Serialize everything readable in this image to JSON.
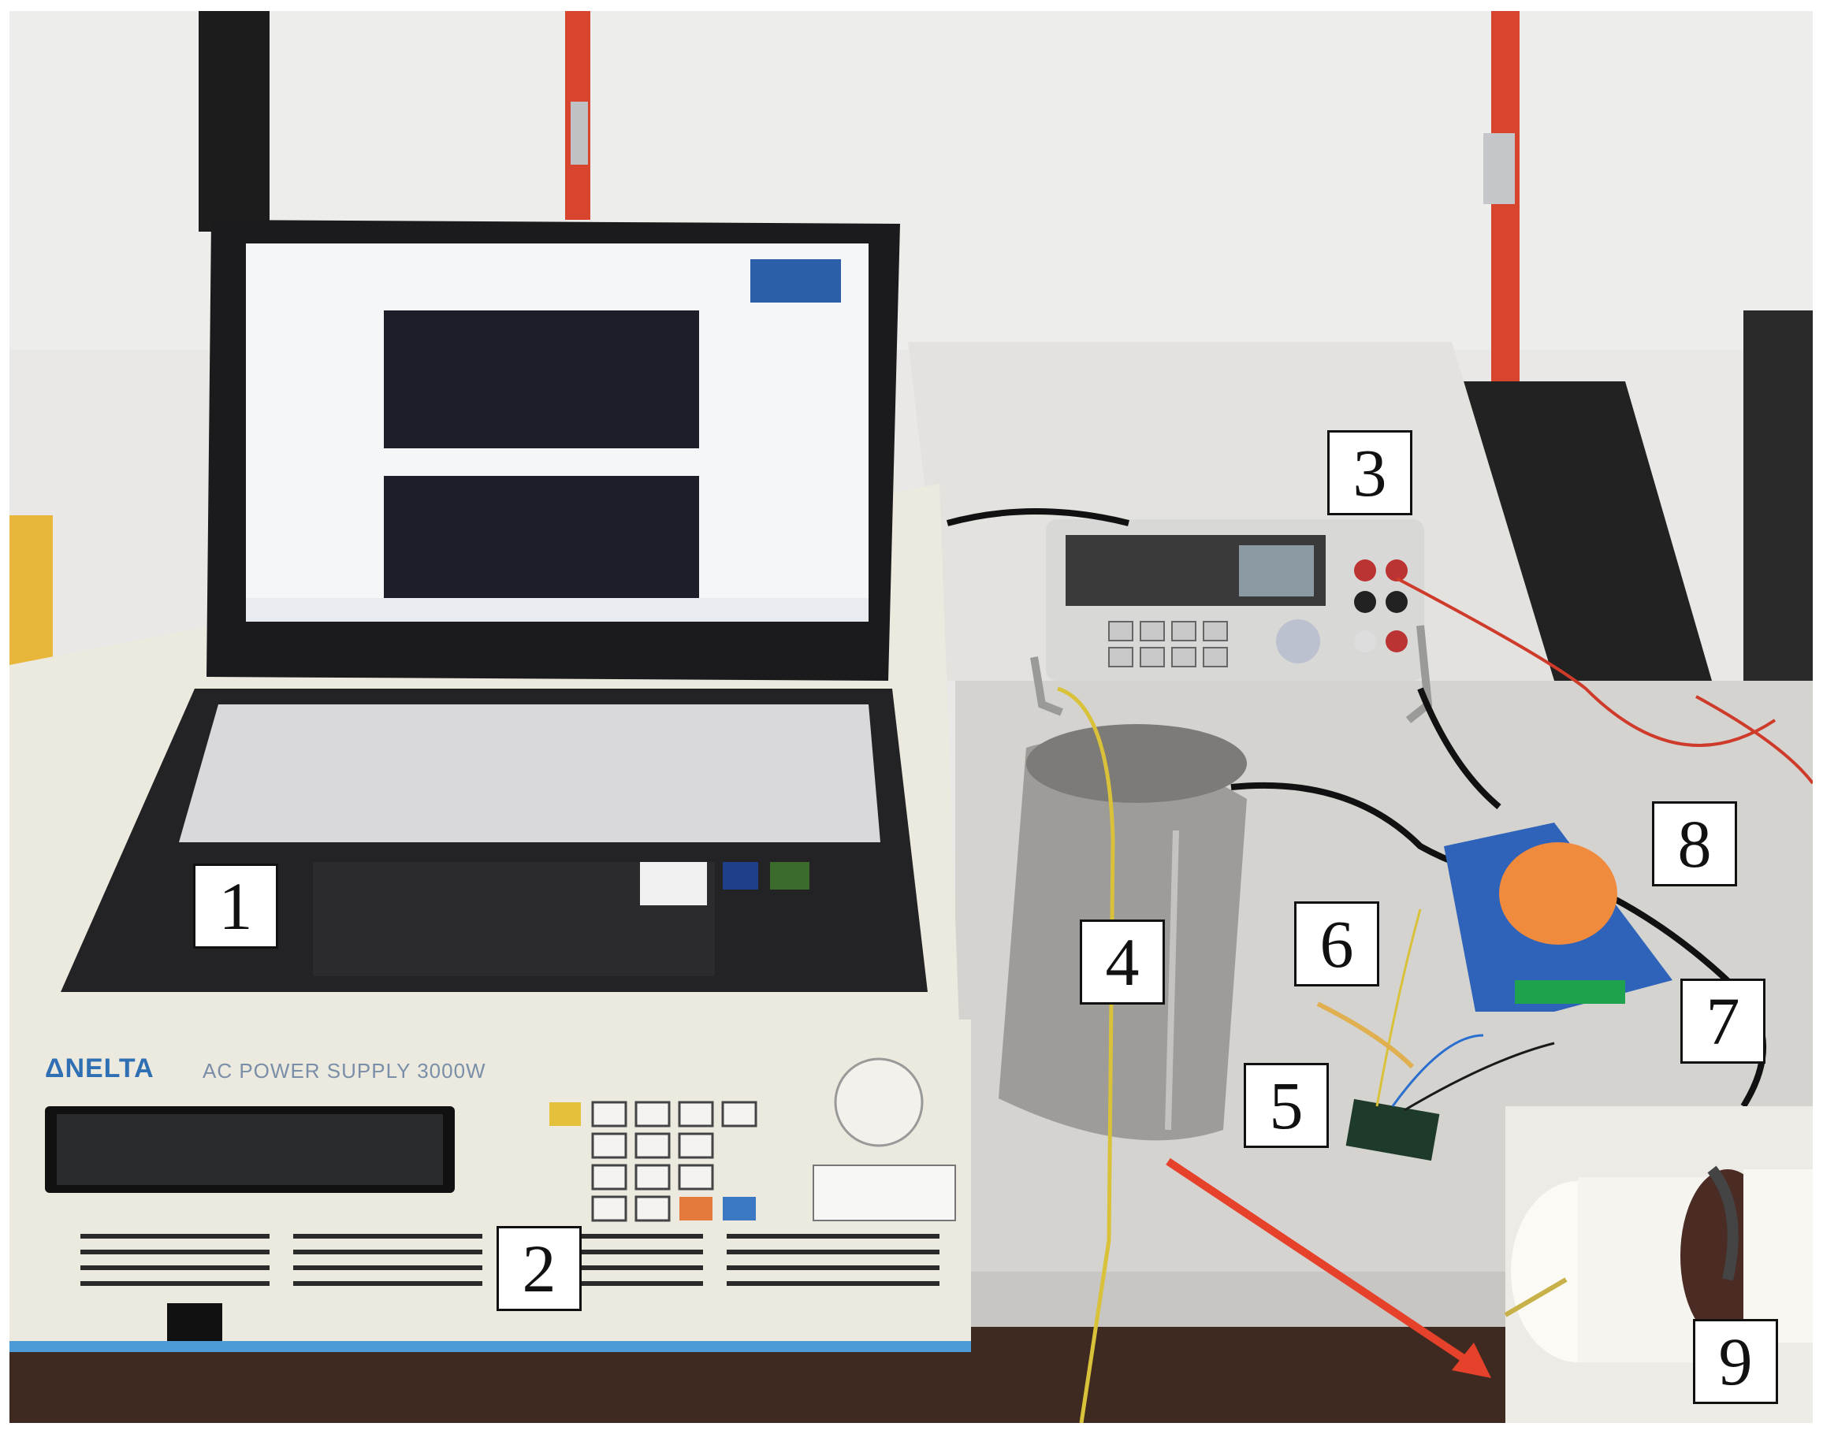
{
  "labels": [
    "1",
    "2",
    "3",
    "4",
    "5",
    "6",
    "7",
    "8",
    "9"
  ],
  "device_text": {
    "brand": "ΔNELTA",
    "model": "AC POWER SUPPLY 3000W"
  },
  "colors": {
    "wall": "#e9e8e6",
    "table": "#d7d6d2",
    "power_supply": "#ece9df",
    "laptop": "#1b1b1d",
    "multimeter": "#d8d8d6",
    "daq_box": "#2f63b9",
    "arrow": "#e5412b",
    "pole": "#d8452f"
  }
}
